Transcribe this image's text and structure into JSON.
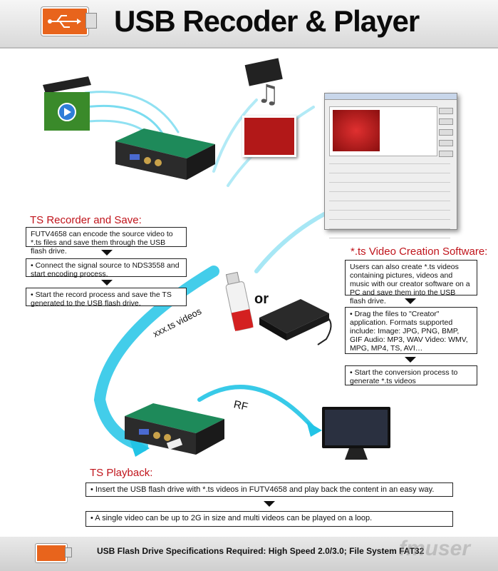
{
  "title": "USB Recoder & Player",
  "ts_recorder": {
    "heading": "TS Recorder and Save:",
    "steps": [
      "FUTV4658 can encode the source video to *.ts files and save them through the USB flash drive.",
      "• Connect the signal source to NDS3558 and start encoding process.",
      "• Start the record process and save the TS generated to the USB flash drive."
    ]
  },
  "ts_creation": {
    "heading": "*.ts Video Creation Software:",
    "steps": [
      "Users can also create *.ts videos containing pictures, videos and music with our creator software on a PC and save them into the USB flash drive.",
      "• Drag the files to \"Creator\" application. Formats supported include: Image: JPG, PNG, BMP, GIF Audio: MP3, WAV Video: WMV, MPG, MP4, TS, AVI…",
      "• Start the conversion process to generate *.ts videos"
    ]
  },
  "labels": {
    "or": "or",
    "videos": "xxx.ts videos",
    "rf": "RF"
  },
  "ts_playback": {
    "heading": "TS Playback:",
    "steps": [
      "• Insert the USB flash drive with *.ts videos in FUTV4658 and play back the content in an easy way.",
      "• A single video can be up to 2G in size and multi videos can be played on a loop."
    ]
  },
  "footer": {
    "text": "USB Flash Drive Specifications Required: High Speed 2.0/3.0; File System FAT32",
    "watermark": "fmuser"
  },
  "colors": {
    "heading_red": "#c0141b",
    "beam_cyan": "#22c4e6",
    "usb_orange": "#e8641c"
  }
}
